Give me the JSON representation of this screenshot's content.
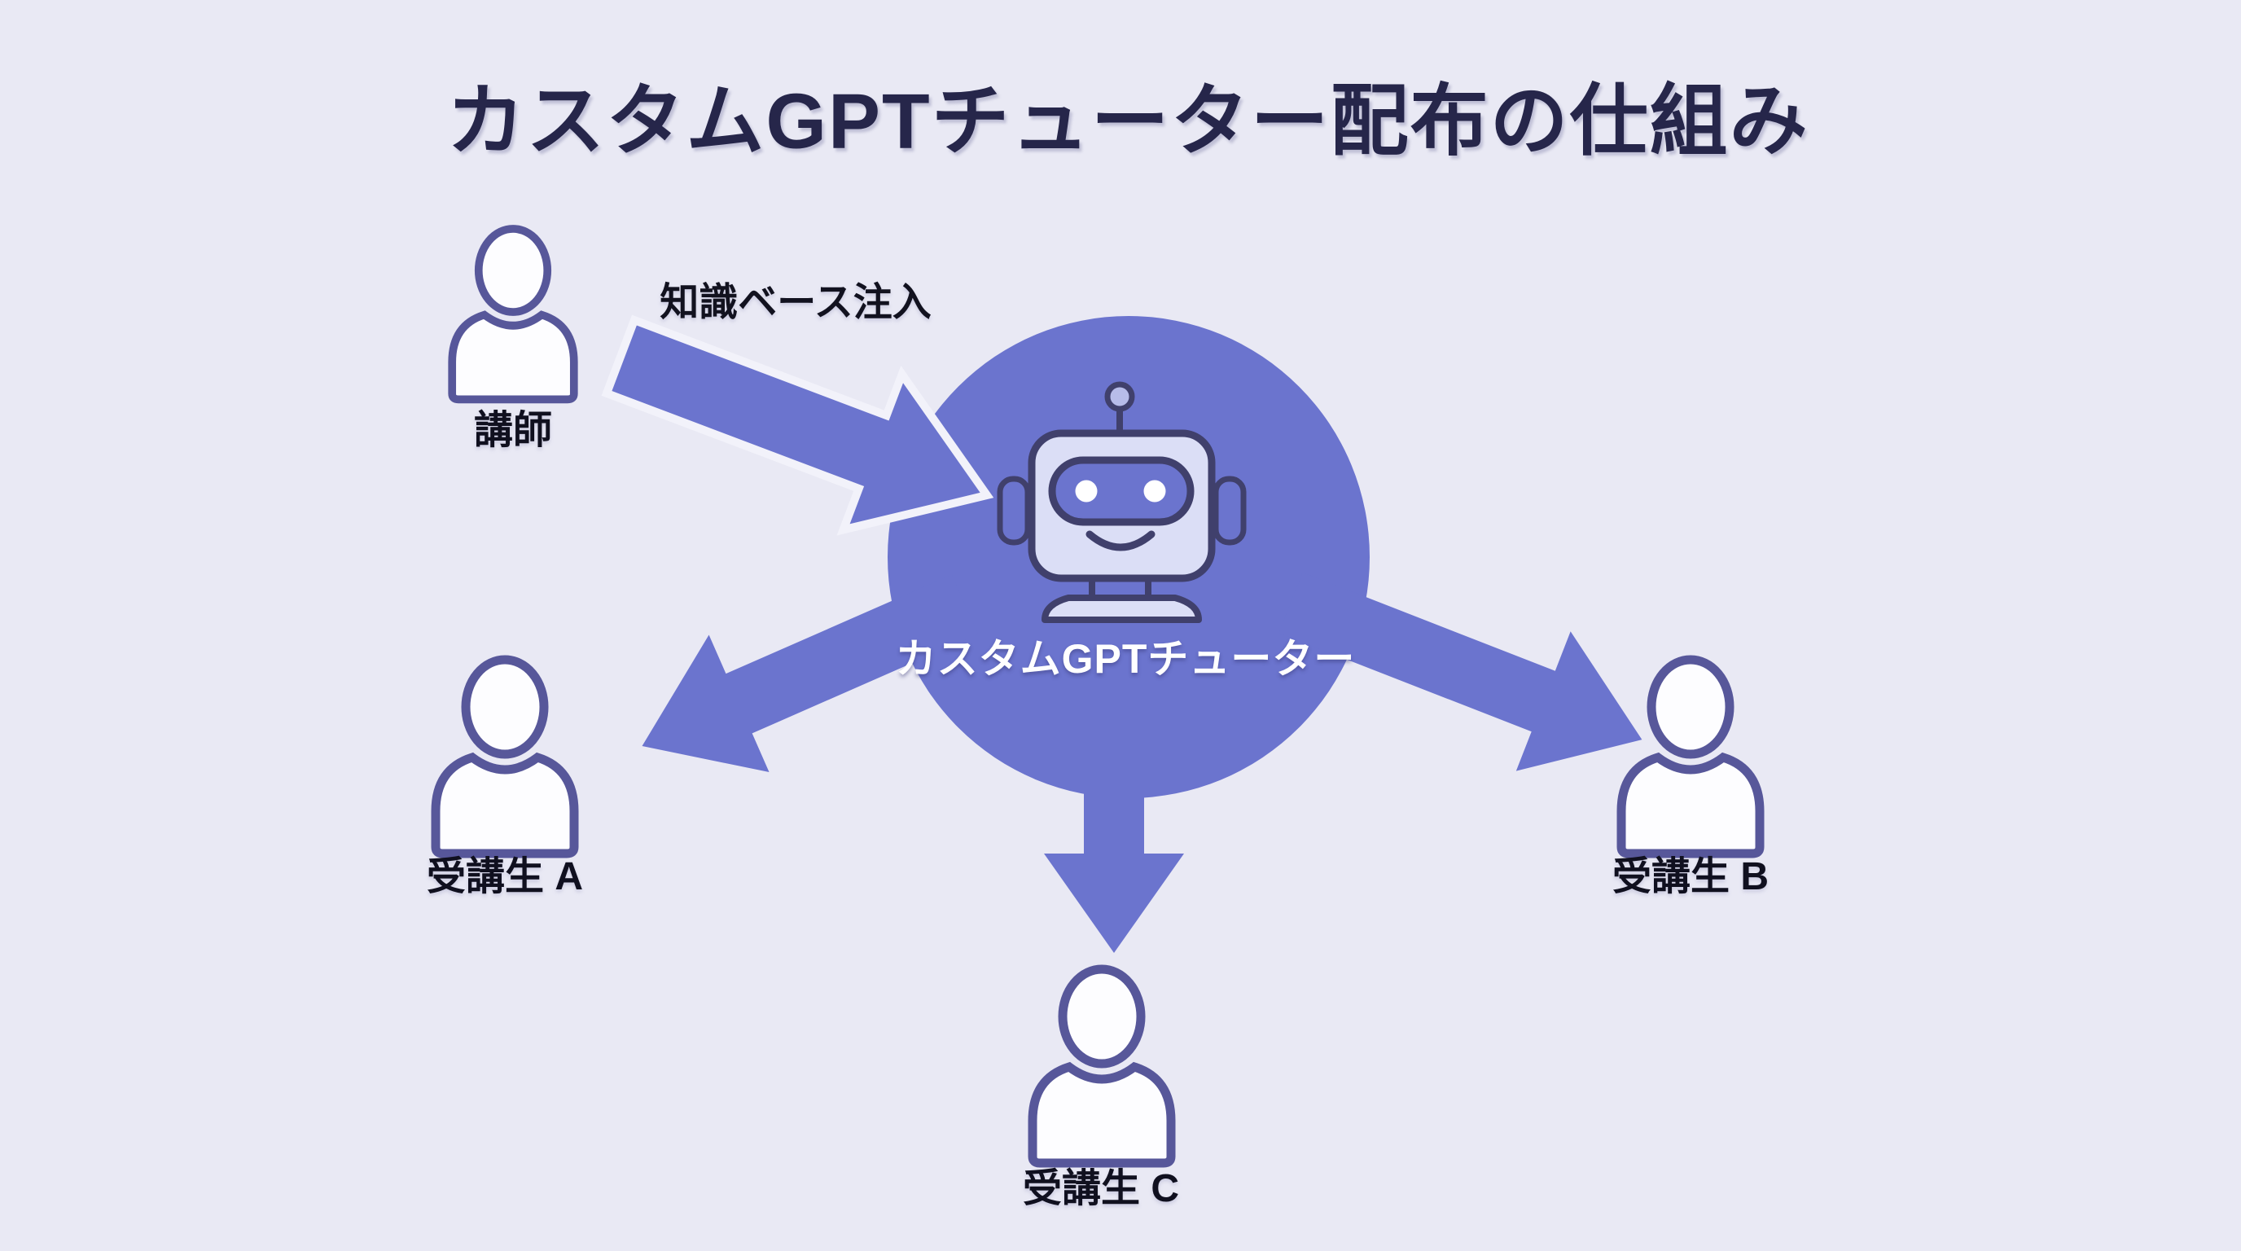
{
  "title": "カスタムGPTチューター配布の仕組み",
  "colors": {
    "background": "#E9E9F4",
    "circle": "#6B74CE",
    "arrow": "#6B74CE",
    "arrow_outline": "#F2F2FA",
    "robot_outline": "#40406C",
    "robot_face": "#DBDEF6",
    "robot_visor": "#6B74CE",
    "robot_antenna_ball": "#B7BCE9",
    "eye": "#FFFFFF",
    "person_fill": "#FDFDFF",
    "person_outline": "#57579A",
    "title_text": "#26264A",
    "label_text": "#10101F",
    "tutor_label_text": "#FFFFFF"
  },
  "instructor": {
    "label": "講師",
    "icon": "person-icon"
  },
  "injection": {
    "label": "知識ベース注入",
    "icon": "thick-arrow-down-right-icon"
  },
  "tutor": {
    "label": "カスタムGPTチューター",
    "icon": "robot-icon"
  },
  "students": [
    {
      "id": "A",
      "label": "受講生 A",
      "icon": "person-icon"
    },
    {
      "id": "B",
      "label": "受講生 B",
      "icon": "person-icon"
    },
    {
      "id": "C",
      "label": "受講生 C",
      "icon": "person-icon"
    }
  ]
}
